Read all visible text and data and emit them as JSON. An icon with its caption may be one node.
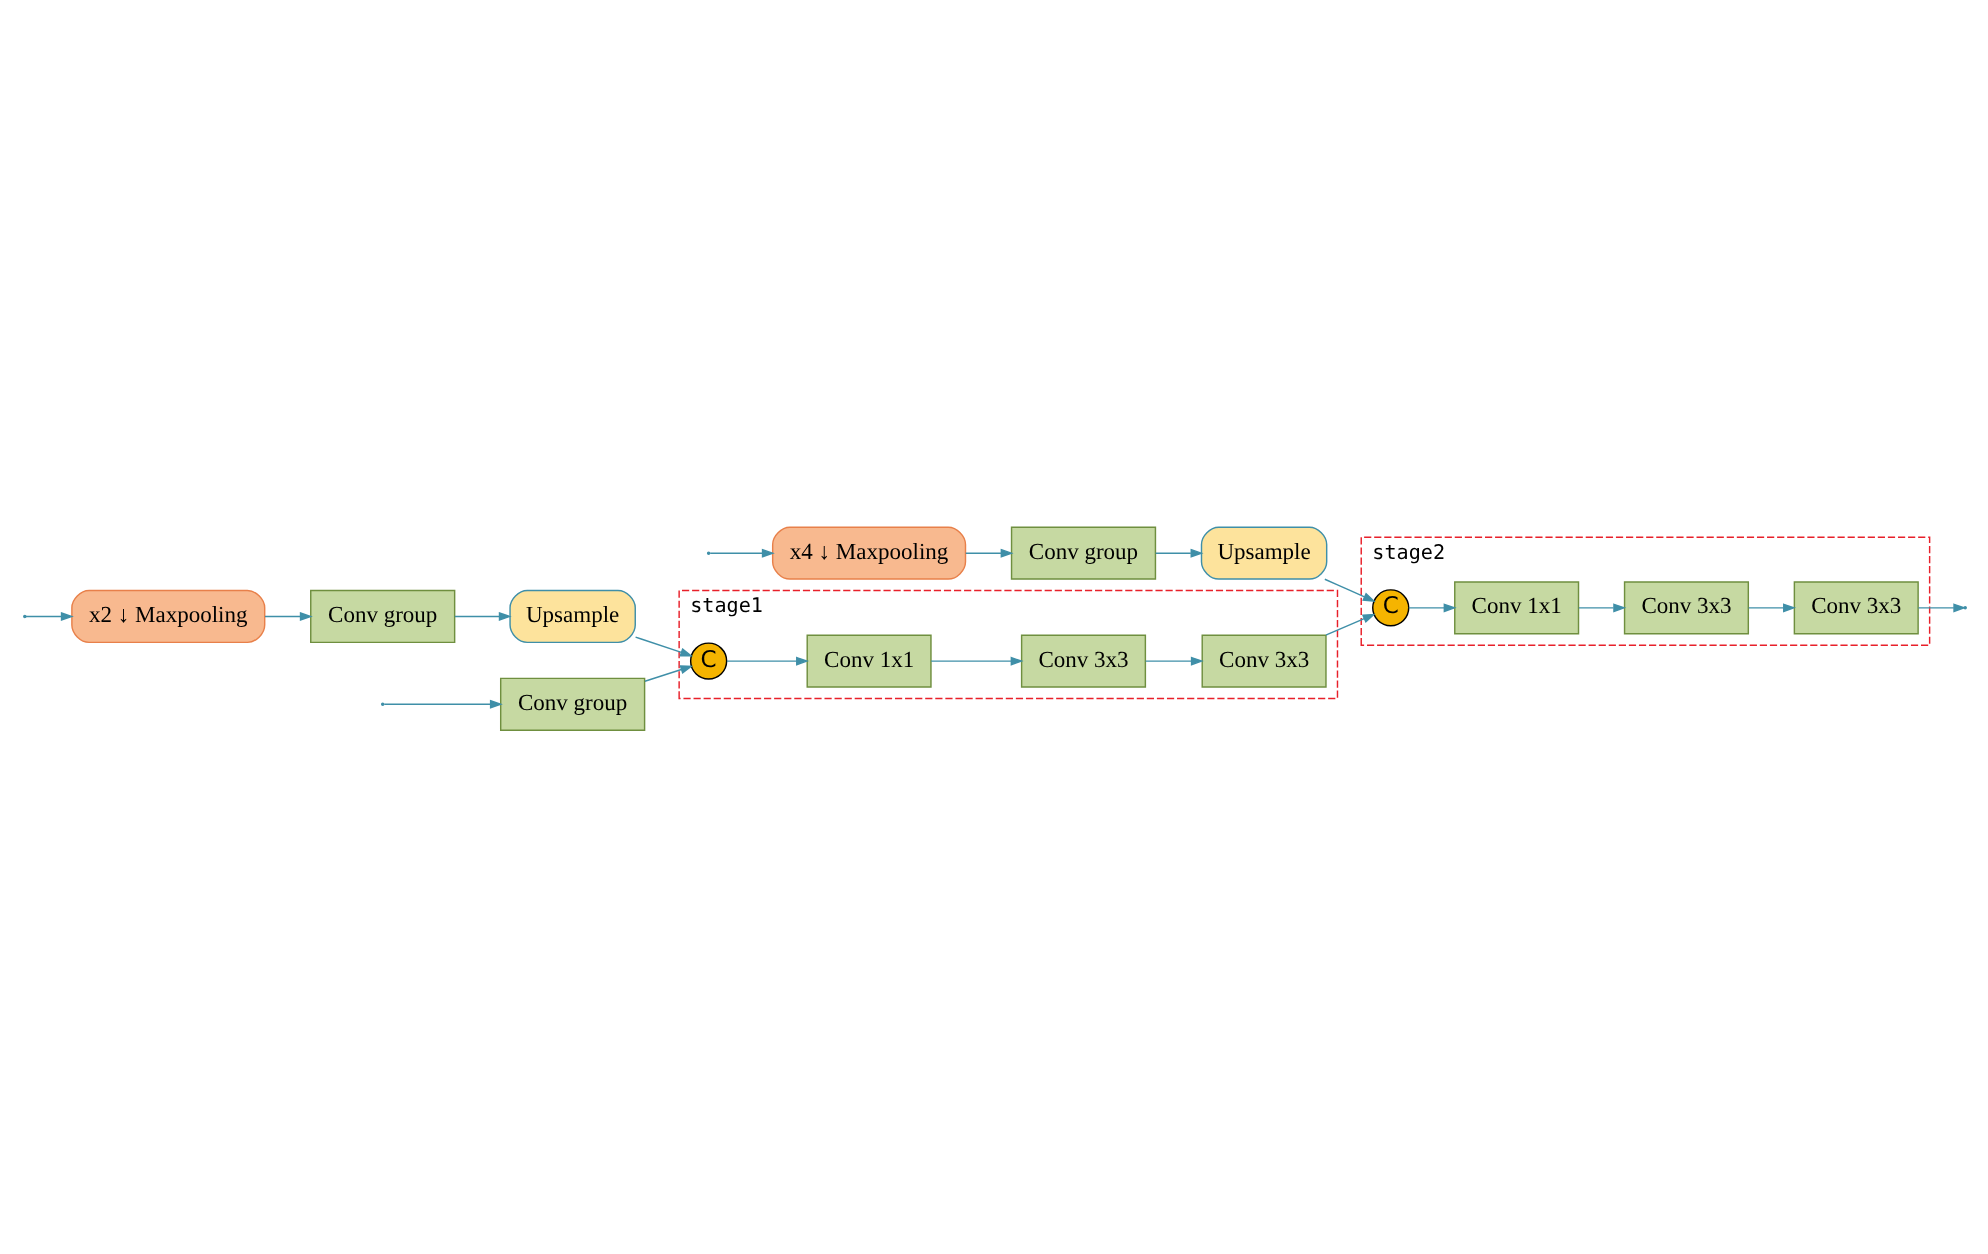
{
  "diagram": {
    "nodes": [
      {
        "text": [
          "Conv group"
        ]
      },
      {
        "text": [
          "x2 ↓ Maxpooling"
        ]
      },
      {
        "text": [
          "Conv group"
        ]
      },
      {
        "text": [
          "Upsample"
        ]
      },
      {
        "text": [
          "x4 ↓ Maxpooling"
        ]
      },
      {
        "text": [
          "Conv group"
        ]
      },
      {
        "text": [
          "Upsample"
        ]
      },
      {
        "text": [
          "stage1"
        ]
      },
      {
        "text": [
          "C"
        ],
        "in": 7
      },
      {
        "text": [
          "Conv 1x1"
        ],
        "in": 7
      },
      {
        "text": [
          "Conv 3x3"
        ],
        "in": 7
      },
      {
        "text": [
          "Conv 3x3"
        ],
        "in": 7
      },
      {
        "text": [
          "stage2"
        ]
      },
      {
        "text": [
          "C"
        ],
        "in": 12
      },
      {
        "text": [
          "Conv 1x1"
        ],
        "in": 12
      },
      {
        "text": [
          "Conv 3x3"
        ],
        "in": 12
      },
      {
        "text": [
          "Conv 3x3"
        ],
        "in": 12
      }
    ],
    "edges": [
      {
        "from": null,
        "to": 0,
        "arrow": "to"
      },
      {
        "from": null,
        "to": 1,
        "arrow": "to"
      },
      {
        "from": null,
        "to": 4,
        "arrow": "to"
      },
      {
        "from": 1,
        "to": 2,
        "arrow": "to"
      },
      {
        "from": 2,
        "to": 3,
        "arrow": "to"
      },
      {
        "from": 0,
        "to": 8,
        "arrow": "to"
      },
      {
        "from": 3,
        "to": 8,
        "arrow": "to"
      },
      {
        "from": 4,
        "to": 5,
        "arrow": "to"
      },
      {
        "from": 5,
        "to": 6,
        "arrow": "to"
      },
      {
        "from": 8,
        "to": 9,
        "arrow": "to"
      },
      {
        "from": 9,
        "to": 10,
        "arrow": "to"
      },
      {
        "from": 10,
        "to": 11,
        "arrow": "to"
      },
      {
        "from": 11,
        "to": 13,
        "arrow": "to"
      },
      {
        "from": 6,
        "to": 13,
        "arrow": "to"
      },
      {
        "from": 13,
        "to": 14,
        "arrow": "to"
      },
      {
        "from": 14,
        "to": 15,
        "arrow": "to"
      },
      {
        "from": 15,
        "to": 16,
        "arrow": "to"
      },
      {
        "from": 16,
        "to": null,
        "arrow": "to"
      }
    ]
  }
}
